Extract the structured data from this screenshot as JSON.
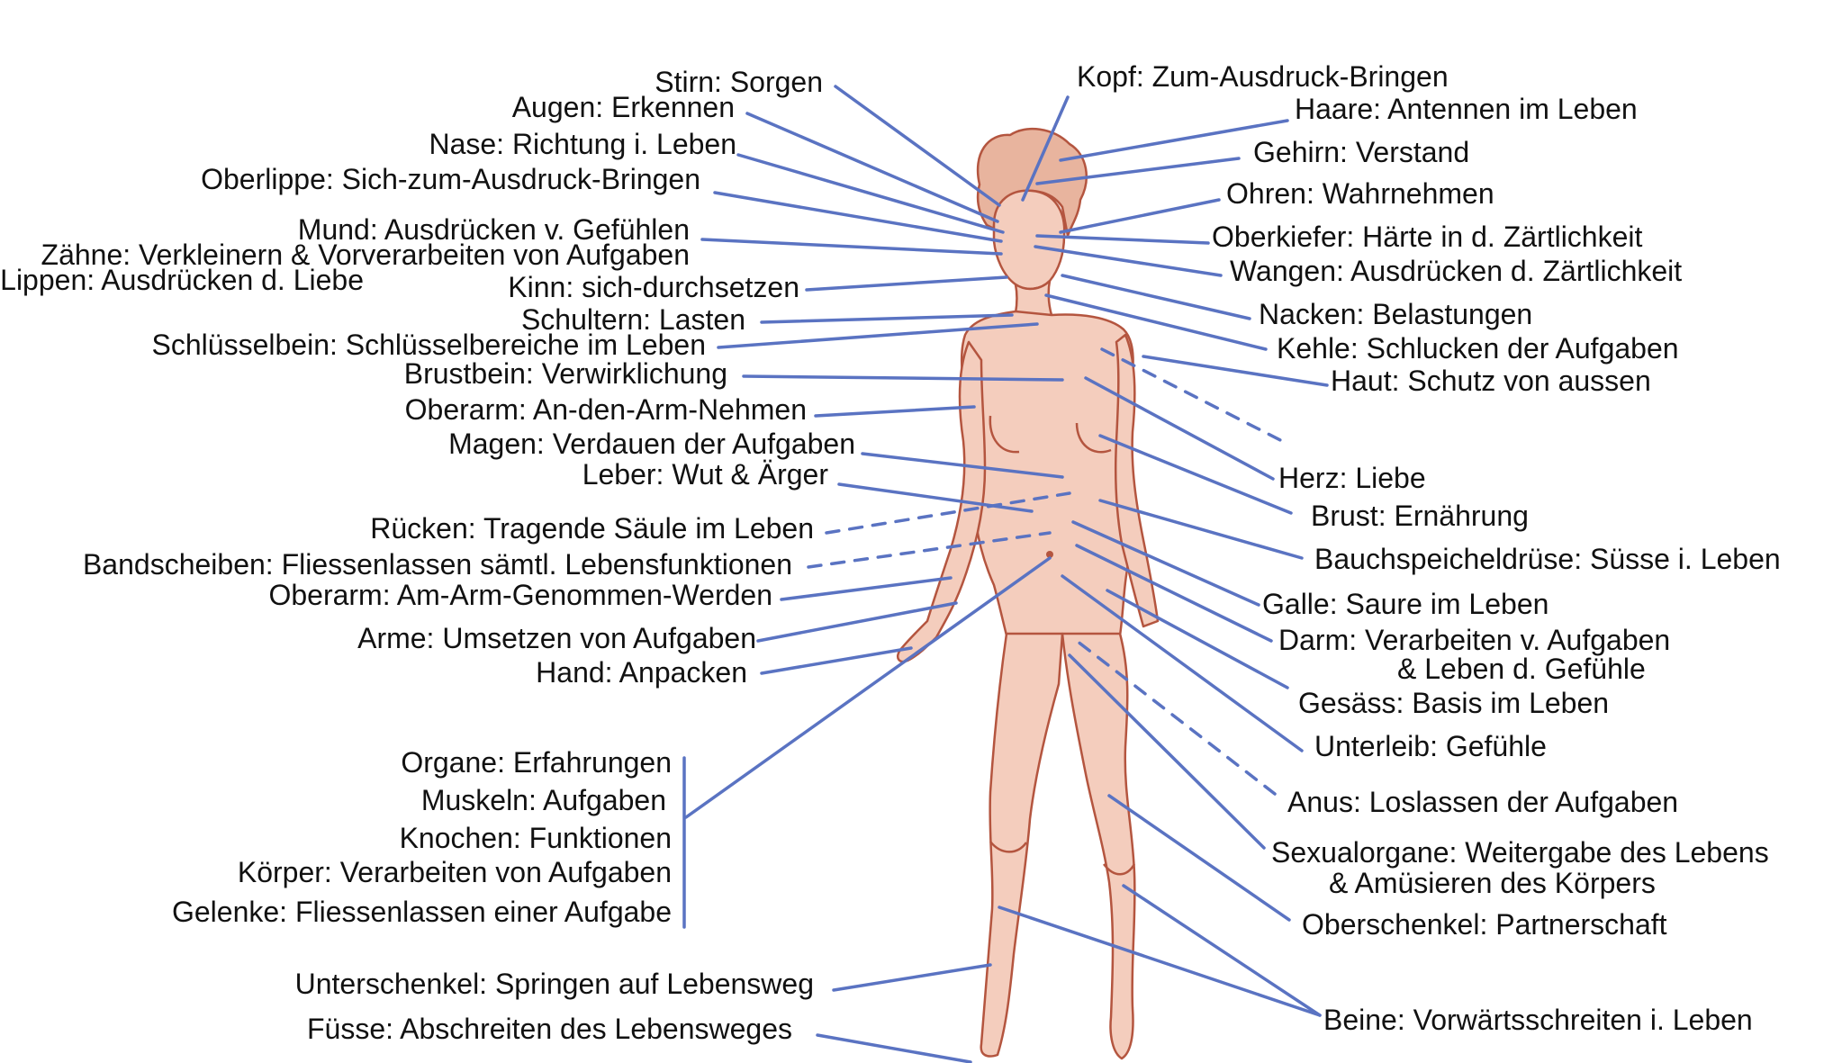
{
  "colors": {
    "line": "#5a73c2",
    "text": "#111111",
    "skin": "#f4cdbd",
    "skin_outline": "#b4553f"
  },
  "labels_left": [
    "Stirn: Sorgen",
    "Augen: Erkennen",
    "Nase: Richtung i. Leben",
    "Oberlippe: Sich-zum-Ausdruck-Bringen",
    "Mund: Ausdrücken v. Gefühlen",
    "Zähne: Verkleinern & Vorverarbeiten von Aufgaben",
    "Lippen: Ausdrücken d. Liebe",
    "Kinn: sich-durchsetzen",
    "Schultern: Lasten",
    "Schlüsselbein: Schlüsselbereiche im Leben",
    "Brustbein: Verwirklichung",
    "Oberarm: An-den-Arm-Nehmen",
    "Magen: Verdauen der Aufgaben",
    "Leber: Wut & Ärger",
    "Rücken: Tragende Säule im Leben",
    "Bandscheiben: Fliessenlassen sämtl. Lebensfunktionen",
    "Oberarm: Am-Arm-Genommen-Werden",
    "Arme: Umsetzen von Aufgaben",
    "Hand: Anpacken",
    "Unterschenkel: Springen auf Lebensweg",
    "Füsse: Abschreiten des Lebensweges"
  ],
  "labels_group": [
    "Organe: Erfahrungen",
    "Muskeln: Aufgaben",
    "Knochen: Funktionen",
    "Körper: Verarbeiten von Aufgaben",
    "Gelenke: Fliessenlassen einer Aufgabe"
  ],
  "labels_right": [
    "Kopf: Zum-Ausdruck-Bringen",
    "Haare: Antennen im Leben",
    "Gehirn: Verstand",
    "Ohren: Wahrnehmen",
    "Oberkiefer: Härte in d. Zärtlichkeit",
    "Wangen: Ausdrücken d. Zärtlichkeit",
    "Nacken: Belastungen",
    "Kehle: Schlucken der Aufgaben",
    "Haut: Schutz von aussen",
    "Herz: Liebe",
    "Brust: Ernährung",
    "Bauchspeicheldrüse: Süsse i. Leben",
    "Galle: Saure im Leben",
    "Darm: Verarbeiten v. Aufgaben",
    "& Leben d. Gefühle",
    "Gesäss: Basis im Leben",
    "Unterleib: Gefühle",
    "Anus: Loslassen der Aufgaben",
    "Sexualorgane: Weitergabe des Lebens",
    "& Amüsieren des Körpers",
    "Oberschenkel: Partnerschaft",
    "Beine: Vorwärtsschreiten i. Leben"
  ]
}
